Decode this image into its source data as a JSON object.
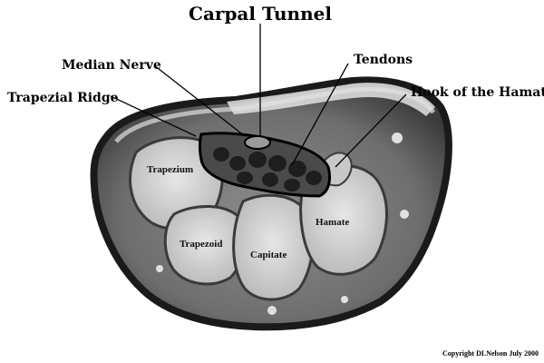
{
  "labels": {
    "carpal_tunnel": "Carpal Tunnel",
    "median_nerve": "Median Nerve",
    "tendons": "Tendons",
    "trapezial_ridge": "Trapezial Ridge",
    "hook_of_hamate": "Hook of the Hamate",
    "trapezium": "Trapezium",
    "trapezoid": "Trapezoid",
    "capitate": "Capitate",
    "hamate": "Hamate"
  },
  "copyright": "Copyright DLNelson July 2000",
  "colors": {
    "background": "#ffffff",
    "ink": "#000000",
    "bone": "#d6d6d6",
    "tissue": "#7a7a7a"
  }
}
